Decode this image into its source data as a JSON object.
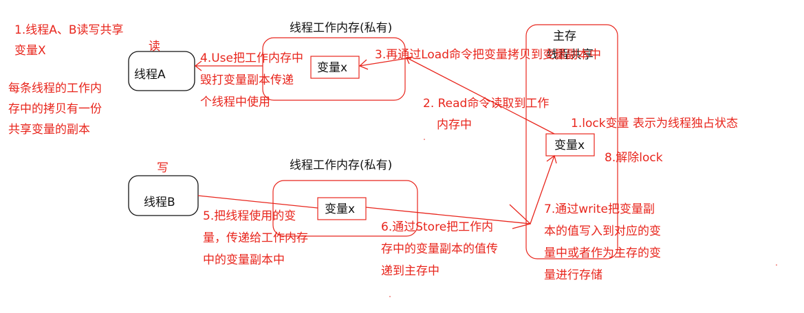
{
  "colors": {
    "annotation": "#e8251c",
    "thread_box": "#111111",
    "background": "#ffffff"
  },
  "left_notes": {
    "note1": [
      "1.线程A、B读写共享",
      "变量X"
    ],
    "note2": [
      "每条线程的工作内",
      "存中的拷贝有一份",
      "共享变量的副本"
    ]
  },
  "thread_a": {
    "name": "线程A",
    "label": "读"
  },
  "thread_b": {
    "name": "线程B",
    "label": "写"
  },
  "working_memory_a": {
    "title": "线程工作内存(私有)",
    "variable": "变量x"
  },
  "working_memory_b": {
    "title": "线程工作内存(私有)",
    "variable": "变量x"
  },
  "main_memory": {
    "title": "主存",
    "overlap_text": "线程共享",
    "variable": "变量x"
  },
  "steps": {
    "step1": "1.lock变量 表示为线程独占状态",
    "step2": [
      "2. Read命令读取到工作",
      "内存中"
    ],
    "step3": "3.再通过Load命令把变量拷贝到变量副本中",
    "step4": [
      "4.Use把工作内存中",
      "毁打变量副本传递",
      "个线程中使用"
    ],
    "step5": [
      "5.把线程使用的变",
      "量，传递给工作内存",
      "中的变量副本中"
    ],
    "step6": [
      "6.通过Store把工作内",
      "存中的变量副本的值传",
      "递到主存中"
    ],
    "step7": [
      "7.通过write把变量副",
      "本的值写入到对应的变",
      "量中或者作为主存的变",
      "量进行存储"
    ],
    "step8": "8.解除lock"
  }
}
